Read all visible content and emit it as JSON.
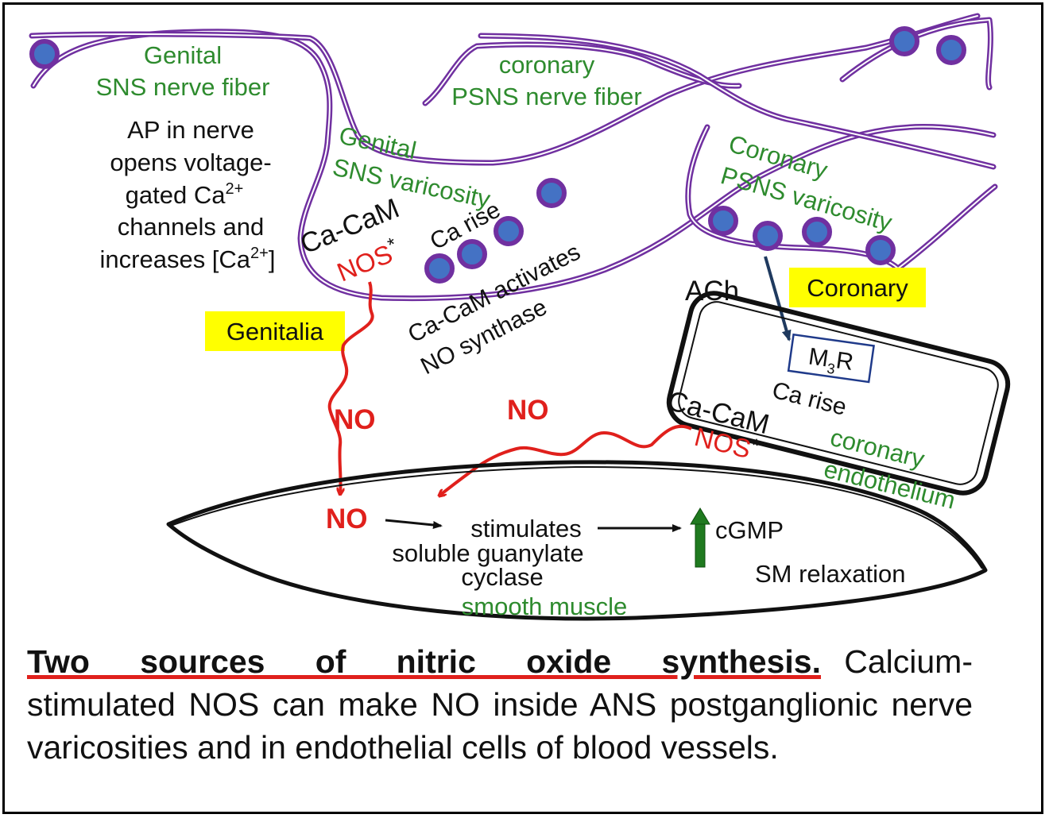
{
  "labels": {
    "genital_sns_fiber_1": "Genital",
    "genital_sns_fiber_2": "SNS nerve fiber",
    "coronary_psns_fiber_1": "coronary",
    "coronary_psns_fiber_2": "PSNS nerve fiber",
    "ap_text": [
      "AP  in nerve",
      "opens voltage-",
      "gated Ca",
      "channels and",
      "increases [Ca",
      "]"
    ],
    "ca_sup": "2+",
    "genital_varicosity_1": "Genital",
    "genital_varicosity_2": "SNS varicosity",
    "coronary_varicosity_1": "Coronary",
    "coronary_varicosity_2": "PSNS varicosity",
    "ca_cam": "Ca-CaM",
    "nos": "NOS",
    "nos_star": "*",
    "ca_rise": "Ca rise",
    "activates_1": "Ca-CaM activates",
    "activates_2": "NO synthase",
    "genitalia_box": "Genitalia",
    "coronary_box": "Coronary",
    "ach": "ACh",
    "m3r_m": "M",
    "m3r_sub": "3",
    "m3r_r": "R",
    "endo_ca_rise": "Ca rise",
    "endo_ca_cam": "Ca-CaM",
    "endo_nos": "NOS",
    "coronary_endothelium_1": "coronary",
    "coronary_endothelium_2": "endothelium",
    "no_left": "NO",
    "no_right": "NO",
    "no_muscle": "NO",
    "stimulates": "stimulates",
    "soluble": "soluble guanylate",
    "cyclase": "cyclase",
    "cgmp": "cGMP",
    "sm_relaxation": "SM relaxation",
    "smooth_muscle": "smooth muscle"
  },
  "caption": {
    "title": "Two sources of nitric oxide synthesis.",
    "body": " Calcium-stimulated NOS can make NO inside ANS postganglionic nerve varicosities and in endothelial cells of blood vessels."
  },
  "colors": {
    "nerve": "#7030a0",
    "vesicle_fill": "#4472c4",
    "label_green": "#2e8b2e",
    "no_red": "#e0201c",
    "highlight": "#ffff00",
    "arrow_green": "#1f7a1f",
    "receptor_border": "#1f3a8a"
  }
}
